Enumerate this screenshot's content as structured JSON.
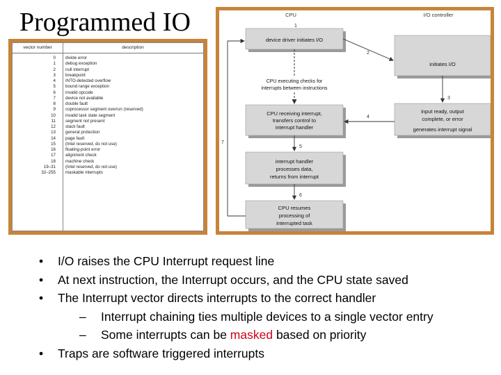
{
  "title": "Programmed IO",
  "vector_table": {
    "header": {
      "vector": "vector number",
      "description": "description"
    },
    "rows": [
      {
        "v": "0",
        "d": "divide error"
      },
      {
        "v": "1",
        "d": "debug exception"
      },
      {
        "v": "2",
        "d": "null interrupt"
      },
      {
        "v": "3",
        "d": "breakpoint"
      },
      {
        "v": "4",
        "d": "INTO-detected overflow"
      },
      {
        "v": "5",
        "d": "bound range exception"
      },
      {
        "v": "6",
        "d": "invalid opcode"
      },
      {
        "v": "7",
        "d": "device not available"
      },
      {
        "v": "8",
        "d": "double fault"
      },
      {
        "v": "9",
        "d": "coprocessor segment overrun (reserved)"
      },
      {
        "v": "10",
        "d": "invalid task state segment"
      },
      {
        "v": "11",
        "d": "segment not present"
      },
      {
        "v": "12",
        "d": "stack fault"
      },
      {
        "v": "13",
        "d": "general protection"
      },
      {
        "v": "14",
        "d": "page fault"
      },
      {
        "v": "15",
        "d": "(Intel reserved, do not use)"
      },
      {
        "v": "16",
        "d": "floating-point error"
      },
      {
        "v": "17",
        "d": "alignment check"
      },
      {
        "v": "18",
        "d": "machine check"
      },
      {
        "v": "19–31",
        "d": "(Intel reserved, do not use)"
      },
      {
        "v": "32–255",
        "d": "maskable interrupts"
      }
    ]
  },
  "flow": {
    "col_cpu": "CPU",
    "col_io": "I/O controller",
    "box_driver": "device driver initiates I/O",
    "box_io_init": "initiates I/O",
    "box_cpu_exec": [
      "CPU executing checks for",
      "interrupts between instructions"
    ],
    "box_receive": [
      "CPU receiving interrupt,",
      "transfers control to",
      "interrupt handler"
    ],
    "box_ready": [
      "input ready, output",
      "complete, or error",
      "generates interrupt signal"
    ],
    "box_handler": [
      "interrupt handler",
      "processes data,",
      "returns from interrupt"
    ],
    "box_resume": [
      "CPU resumes",
      "processing of",
      "interrupted task"
    ],
    "steps": [
      "1",
      "2",
      "3",
      "4",
      "5",
      "6",
      "7"
    ]
  },
  "bullets": [
    {
      "level": 1,
      "text": "I/O raises the CPU Interrupt request line"
    },
    {
      "level": 1,
      "text": "At next instruction, the Interrupt occurs, and the CPU state saved"
    },
    {
      "level": 1,
      "text": "The Interrupt vector directs interrupts to the correct handler"
    },
    {
      "level": 2,
      "text": "Interrupt chaining ties multiple devices to a single vector entry"
    },
    {
      "level": 2,
      "pre": "Some interrupts can be ",
      "highlight": "masked",
      "post": " based on priority"
    },
    {
      "level": 1,
      "text": "Traps are software triggered interrupts"
    }
  ],
  "symbols": {
    "bullet": "•",
    "dash": "–"
  },
  "colors": {
    "frame": "#c8833a",
    "box": "#d7d7d7",
    "box_shadow": "#9a9a9a",
    "highlight": "#d0021b"
  }
}
